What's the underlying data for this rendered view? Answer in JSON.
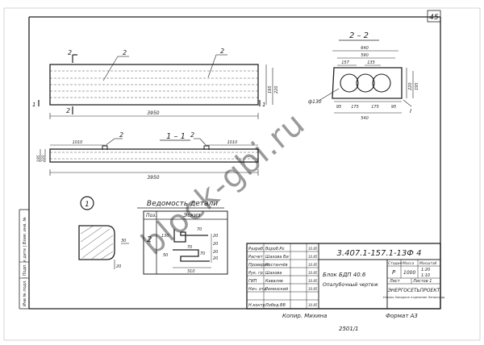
{
  "sheet": {
    "page_number": "45",
    "binding_strip": "Инв № подл. | Подп. и дата | Взам. инв. №"
  },
  "section_2_2": {
    "title": "2 – 2",
    "dims_top": [
      "640",
      "590"
    ],
    "dims_mid": [
      "157",
      "135"
    ],
    "dims_bottom": [
      "95",
      "175",
      "175",
      "95"
    ],
    "dim_total": "540",
    "dims_right": [
      "220",
      "195"
    ],
    "hole_dia": "ф130",
    "marker": "I"
  },
  "elevation": {
    "section_marks": [
      "2",
      "2"
    ],
    "callouts": [
      "2",
      "2"
    ],
    "length": "3950",
    "cut_marks": [
      "1",
      "1"
    ],
    "right_dims": [
      "195",
      "220"
    ]
  },
  "section_1_1": {
    "title": "1 – 1",
    "left_dim": "1010",
    "right_dim": "1010",
    "callouts": [
      "2",
      "2"
    ],
    "length": "3950",
    "left_dims": [
      "195",
      "220"
    ]
  },
  "detail": {
    "number": "1",
    "dims": [
      "30",
      "20"
    ]
  },
  "parts_sheet": {
    "title": "Ведомость детали",
    "header": "Поз.",
    "label": "Эскиз",
    "pos": "2",
    "dims": [
      "130",
      "70",
      "20",
      "70",
      "20",
      "20",
      "20",
      "70",
      "310",
      "50"
    ]
  },
  "stamp": {
    "code": "3.407.1-157.1-13Ф 4",
    "object": "Блок  БДП 40.6",
    "sheet_name": "Опалубочный чертеж",
    "roles": [
      {
        "role": "Разраб.",
        "name": "Вороб.Ро",
        "date": "10.85"
      },
      {
        "role": "Расчет",
        "name": "Шахова Ви",
        "date": "10.85"
      },
      {
        "role": "Проверил",
        "name": "Костанчёв",
        "date": "10.85"
      },
      {
        "role": "Рук. гр.",
        "name": "Шахова",
        "date": "10.85"
      },
      {
        "role": "ГИП",
        "name": "Каваляв",
        "date": "10.85"
      },
      {
        "role": "Нач. отд.",
        "name": "Ремизский",
        "date": "10.85"
      },
      {
        "role": "",
        "name": "",
        "date": ""
      },
      {
        "role": "Н.контр.",
        "name": "Лобед.ВВ",
        "date": "10.85"
      }
    ],
    "col_headers": [
      "Стадия",
      "Масса",
      "Масштаб"
    ],
    "stage": "Р",
    "mass": "1000",
    "scales": [
      "1:20",
      "1:10"
    ],
    "sheet_label": "Лист",
    "sheets_label": "Листов 1",
    "org": "ЭНЕРГОСЕТЬПРОЕКТ",
    "org_sub": "Северо-Западное отделение Ленинград"
  },
  "footer": {
    "copied": "Копир. Михина",
    "format": "Формат А3",
    "number": "2501/1"
  },
  "watermark": "block-gbi.ru"
}
